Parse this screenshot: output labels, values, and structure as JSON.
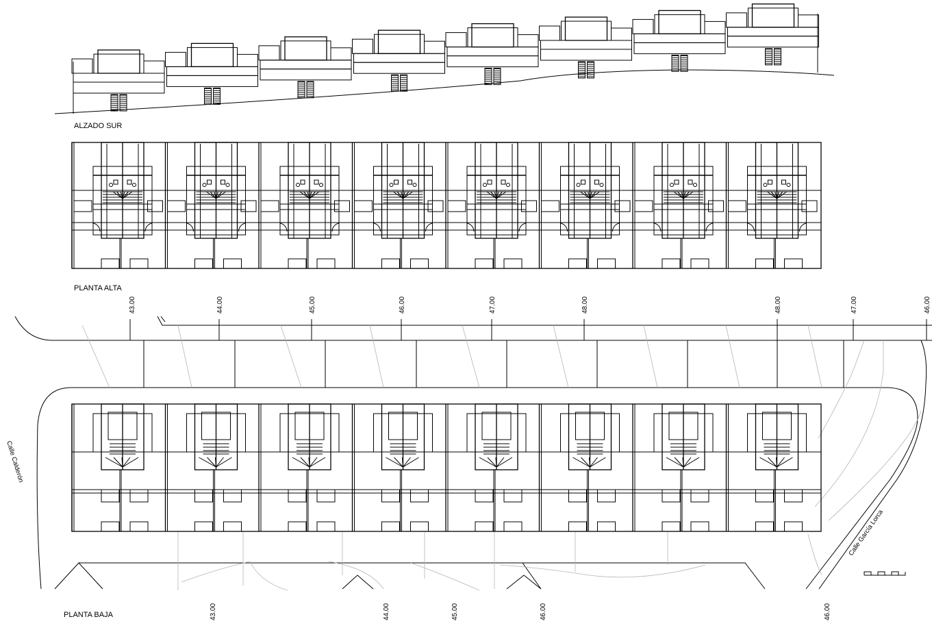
{
  "drawing": {
    "views": {
      "elevation": "ALZADO SUR",
      "upper_floor": "PLANTA ALTA",
      "ground_floor": "PLANTA BAJA"
    },
    "streets": [
      "Calle Calderón",
      "Calle García Lorca"
    ],
    "top_contour_levels": [
      "43.00",
      "44.00",
      "45.00",
      "46.00",
      "47.00",
      "48.00",
      "48.00",
      "47.00",
      "46.00"
    ],
    "bottom_contour_levels": [
      "43.00",
      "44.00",
      "45.00",
      "46.00",
      "46.00"
    ],
    "unit_count": 8,
    "colors": {
      "line": "#000000",
      "terrain": "#b4b4b4",
      "background": "#ffffff"
    }
  }
}
